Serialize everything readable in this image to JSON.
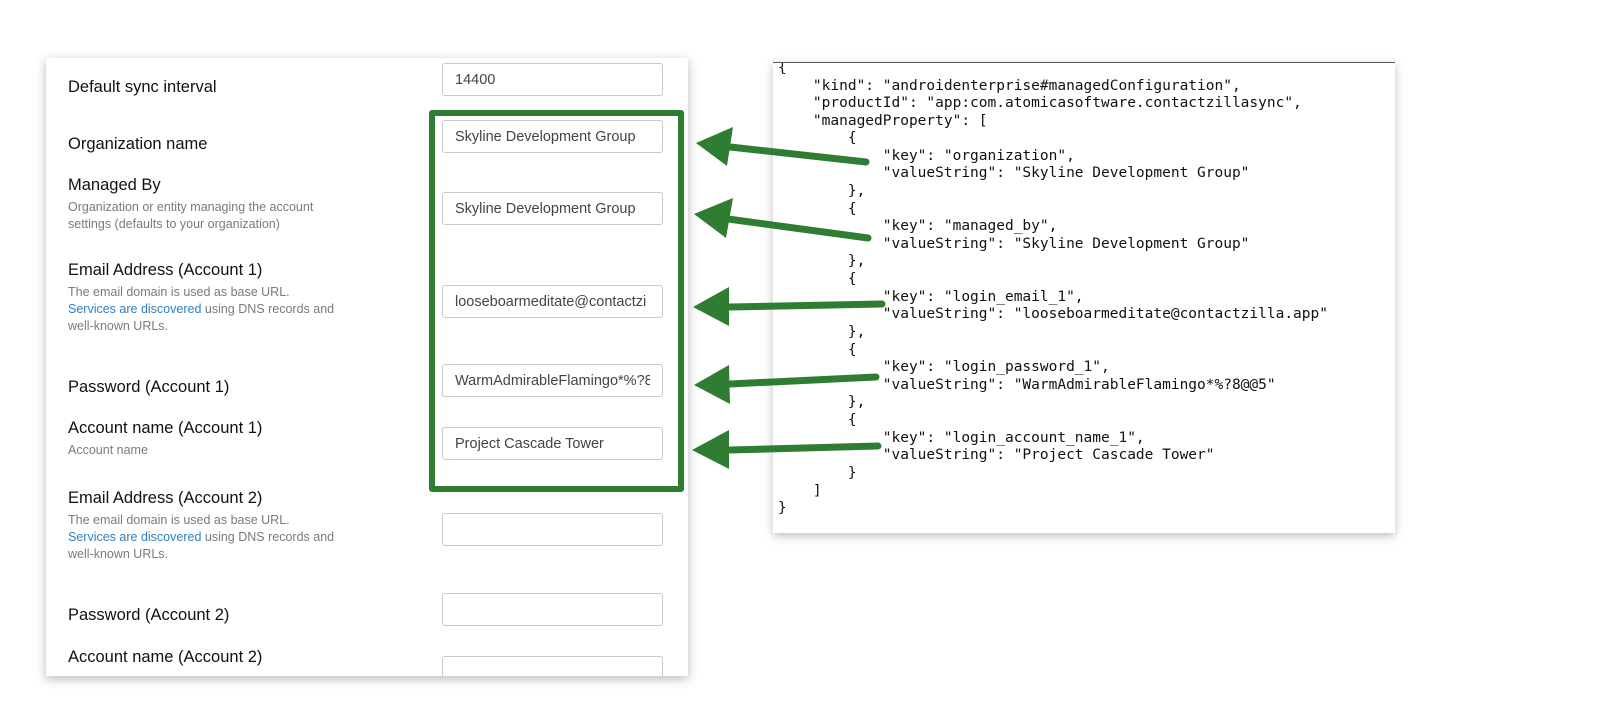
{
  "form": {
    "fields": [
      {
        "label": "Default sync interval",
        "value": "14400"
      },
      {
        "label": "Organization name",
        "value": "Skyline Development Group"
      },
      {
        "label": "Managed By",
        "help": [
          "Organization or entity managing the account",
          "settings (defaults to your organization)"
        ],
        "value": "Skyline Development Group"
      },
      {
        "label": "Email Address (Account 1)",
        "help_prefix": "The email domain is used as base URL.",
        "help_link": "Services are discovered",
        "help_suffix": " using DNS records and",
        "help_last": "well-known URLs.",
        "value": "looseboarmeditate@contactzi"
      },
      {
        "label": "Password (Account 1)",
        "value": "WarmAdmirableFlamingo*%?8"
      },
      {
        "label": "Account name (Account 1)",
        "help": [
          "Account name"
        ],
        "value": "Project Cascade Tower"
      },
      {
        "label": "Email Address (Account 2)",
        "help_prefix": "The email domain is used as base URL.",
        "help_link": "Services are discovered",
        "help_suffix": " using DNS records and",
        "help_last": "well-known URLs.",
        "value": ""
      },
      {
        "label": "Password (Account 2)",
        "value": ""
      },
      {
        "label": "Account name (Account 2)",
        "value": ""
      }
    ]
  },
  "json_view": {
    "lines": [
      "{",
      "    \"kind\": \"androidenterprise#managedConfiguration\",",
      "    \"productId\": \"app:com.atomicasoftware.contactzillasync\",",
      "    \"managedProperty\": [",
      "        {",
      "            \"key\": \"organization\",",
      "            \"valueString\": \"Skyline Development Group\"",
      "        },",
      "        {",
      "            \"key\": \"managed_by\",",
      "            \"valueString\": \"Skyline Development Group\"",
      "        },",
      "        {",
      "            \"key\": \"login_email_1\",",
      "            \"valueString\": \"looseboarmeditate@contactzilla.app\"",
      "        },",
      "        {",
      "            \"key\": \"login_password_1\",",
      "            \"valueString\": \"WarmAdmirableFlamingo*%?8@@5\"",
      "        },",
      "        {",
      "            \"key\": \"login_account_name_1\",",
      "            \"valueString\": \"Project Cascade Tower\"",
      "        }",
      "    ]",
      "}"
    ]
  },
  "colors": {
    "highlight": "#2e7d32",
    "arrow": "#2e7d32",
    "link": "#2f7fc1"
  }
}
